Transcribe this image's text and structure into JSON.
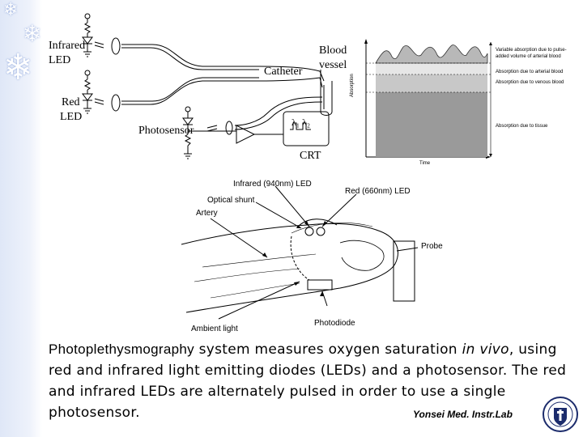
{
  "circuit": {
    "infrared_led_line1": "Infrared",
    "infrared_led_line2": "LED",
    "red_led_line1": "Red",
    "red_led_line2": "LED",
    "catheter": "Catheter",
    "blood_vessel_line1": "Blood",
    "blood_vessel_line2": "vessel",
    "photosensor": "Photosensor",
    "crt": "CRT",
    "crt_wave_label": "λ₁ λ₂"
  },
  "absorption_plot": {
    "y_label": "Absorption",
    "x_label": "Time",
    "annotations": [
      "Variable absorption due to pulse-added volume of arterial blood",
      "Absorption due to arterial blood",
      "Absorption due to venous blood",
      "Absorption due to tissue"
    ]
  },
  "finger_probe": {
    "infrared_led": "Infrared (940nm) LED",
    "red_led": "Red (660nm) LED",
    "optical_shunt": "Optical shunt",
    "artery": "Artery",
    "probe": "Probe",
    "ambient_light": "Ambient light",
    "photodiode": "Photodiode"
  },
  "caption": {
    "term": "Photoplethysmography",
    "text_1": " system measures oxygen saturation ",
    "italic": "in vivo",
    "text_2": ", using red and infrared light emitting diodes (LEDs) and a photosensor. The red and infrared LEDs are alternately pulsed in order to use a single photosensor."
  },
  "credit": "Yonsei Med. Instr.Lab",
  "icons": [
    "snowflake-icon",
    "university-seal-icon"
  ]
}
